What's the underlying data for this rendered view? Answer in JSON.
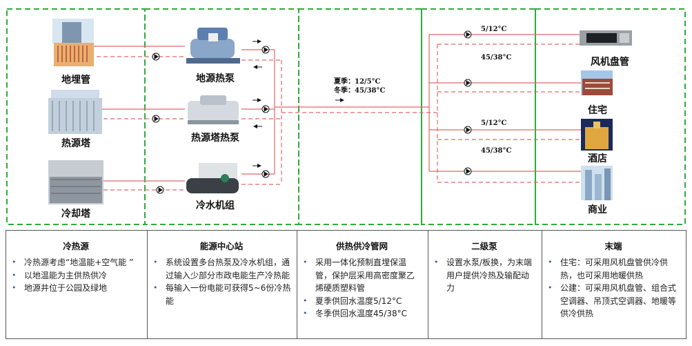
{
  "labels": {
    "ground_pipe": "地埋管",
    "heat_tower": "热源塔",
    "cooling_tower": "冷却塔",
    "ground_source_heat_pump": "地源热泵",
    "tower_heat_pump": "热源塔热泵",
    "chiller": "冷水机组",
    "fan_coil": "风机盘管",
    "residence": "住宅",
    "hotel": "酒店",
    "commercial": "商业"
  },
  "temps": {
    "summer": "夏季：12/5°C",
    "winter": "冬季：45/38°C",
    "t1": "5/12°C",
    "t2": "45/38°C",
    "t3": "5/12°C",
    "t4": "45/38°C"
  },
  "colors": {
    "pipe": "#e06868",
    "frame": "#2eab3c",
    "bullet": "#3a5fa6"
  },
  "legend": [
    {
      "title": "冷热源",
      "items": [
        "冷热源考虑“地温能+空气能 ”",
        "以地温能为主供热供冷",
        "地源井位于公园及绿地"
      ]
    },
    {
      "title": "能源中心站",
      "items": [
        "系统设置多台热泵及冷水机组，通过输入少部分市政电能生产冷热能",
        "每输入一份电能可获得5~6份冷热能"
      ]
    },
    {
      "title": "供热供冷管网",
      "items": [
        "采用一体化预制直埋保温管，保护层采用高密度聚乙烯硬质塑料管",
        "夏季供回水温度5/12°C",
        "冬季供回水温度45/38°C"
      ]
    },
    {
      "title": "二级泵",
      "items": [
        "设置水泵/板换，为末端用户提供冷热及输配动力"
      ]
    },
    {
      "title": "末端",
      "items": [
        "住宅：可采用风机盘管供冷供热，也可采用地暖供热",
        "公建：可采用风机盘管、组合式空调器、吊顶式空调器、地暖等供冷供热"
      ]
    }
  ]
}
